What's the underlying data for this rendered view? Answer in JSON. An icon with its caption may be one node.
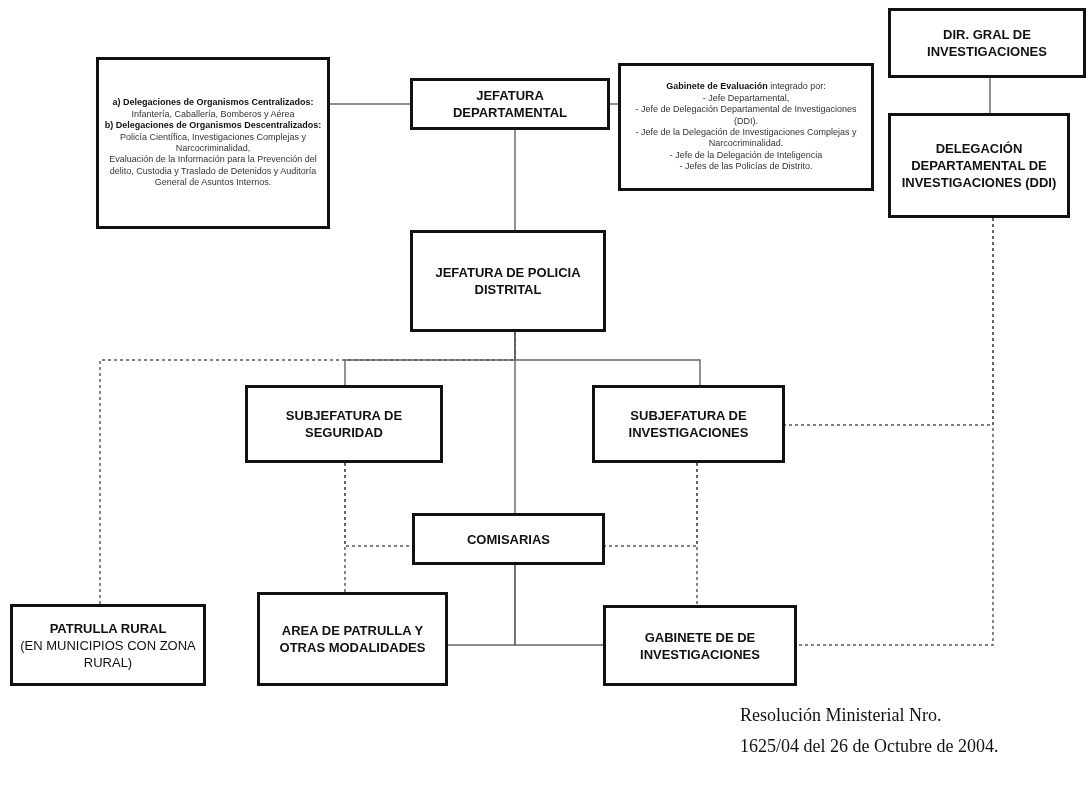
{
  "diagram": {
    "caption": "Resolución Ministerial Nro. 1625/04 del 26 de Octubre de 2004.",
    "nodes": [
      {
        "text": [
          "**a) Delegaciones de Organismos Centralizados:** Infantería, Caballería, Bomberos y Aérea",
          "**b) Delegaciones de Organismos Descentralizados:** Policía Científica, Investigaciones Complejas y Narcocriminalidad,",
          "Evaluación de la Información para la Prevención del delito, Custodia y Traslado de Detenidos y Auditoría General de Asuntos Internos."
        ]
      },
      {
        "text": [
          "JEFATURA DEPARTAMENTAL"
        ]
      },
      {
        "text": [
          "**Gabinete de Evaluación** integrado por:",
          "- Jefe Departamental,",
          "- Jefe de Delegación Departamental de Investigaciones (DDI).",
          "- Jefe de la Delegación de Investigaciones Complejas y Narcocriminalidad.",
          "- Jefe de la Delegación de Inteligencia",
          "- Jefes de las Policías de Distrito."
        ]
      },
      {
        "text": [
          "DIR. GRAL DE INVESTIGACIONES"
        ]
      },
      {
        "text": [
          "DELEGACIÓN DEPARTAMENTAL DE INVESTIGACIONES (DDI)"
        ]
      },
      {
        "text": [
          "JEFATURA DE POLICIA DISTRITAL"
        ]
      },
      {
        "text": [
          "SUBJEFATURA DE SEGURIDAD"
        ]
      },
      {
        "text": [
          "SUBJEFATURA DE INVESTIGACIONES"
        ]
      },
      {
        "text": [
          "COMISARIAS"
        ]
      },
      {
        "text": [
          "PATRULLA RURAL",
          "(EN MUNICIPIOS CON ZONA RURAL)"
        ]
      },
      {
        "text": [
          "AREA DE PATRULLA Y OTRAS MODALIDADES"
        ]
      },
      {
        "text": [
          "GABINETE DE DE INVESTIGACIONES"
        ]
      }
    ],
    "edges": [
      {
        "from": 0,
        "to": 1,
        "arrow": "none"
      },
      {
        "from": 1,
        "to": 2,
        "arrow": "none"
      },
      {
        "from": 1,
        "to": 5,
        "arrow": "none"
      },
      {
        "from": 3,
        "to": 4,
        "arrow": "none"
      },
      {
        "from": 5,
        "to": 6,
        "arrow": "none"
      },
      {
        "from": 5,
        "to": 7,
        "arrow": "none"
      },
      {
        "from": 5,
        "to": 8,
        "arrow": "none"
      },
      {
        "from": 8,
        "to": 10,
        "arrow": "none"
      },
      {
        "from": 8,
        "to": 11,
        "arrow": "none"
      },
      {
        "from": 6,
        "to": 8,
        "arrow": "none",
        "style": "dashed"
      },
      {
        "from": 6,
        "to": 10,
        "arrow": "none",
        "style": "dashed"
      },
      {
        "from": 7,
        "to": 8,
        "arrow": "none",
        "style": "dashed"
      },
      {
        "from": 7,
        "to": 11,
        "arrow": "none",
        "style": "dashed"
      },
      {
        "from": 4,
        "to": 7,
        "arrow": "none",
        "style": "dashed"
      },
      {
        "from": 4,
        "to": 11,
        "arrow": "none",
        "style": "dashed"
      },
      {
        "from": 5,
        "to": 9,
        "arrow": "none",
        "style": "dashed"
      }
    ]
  }
}
